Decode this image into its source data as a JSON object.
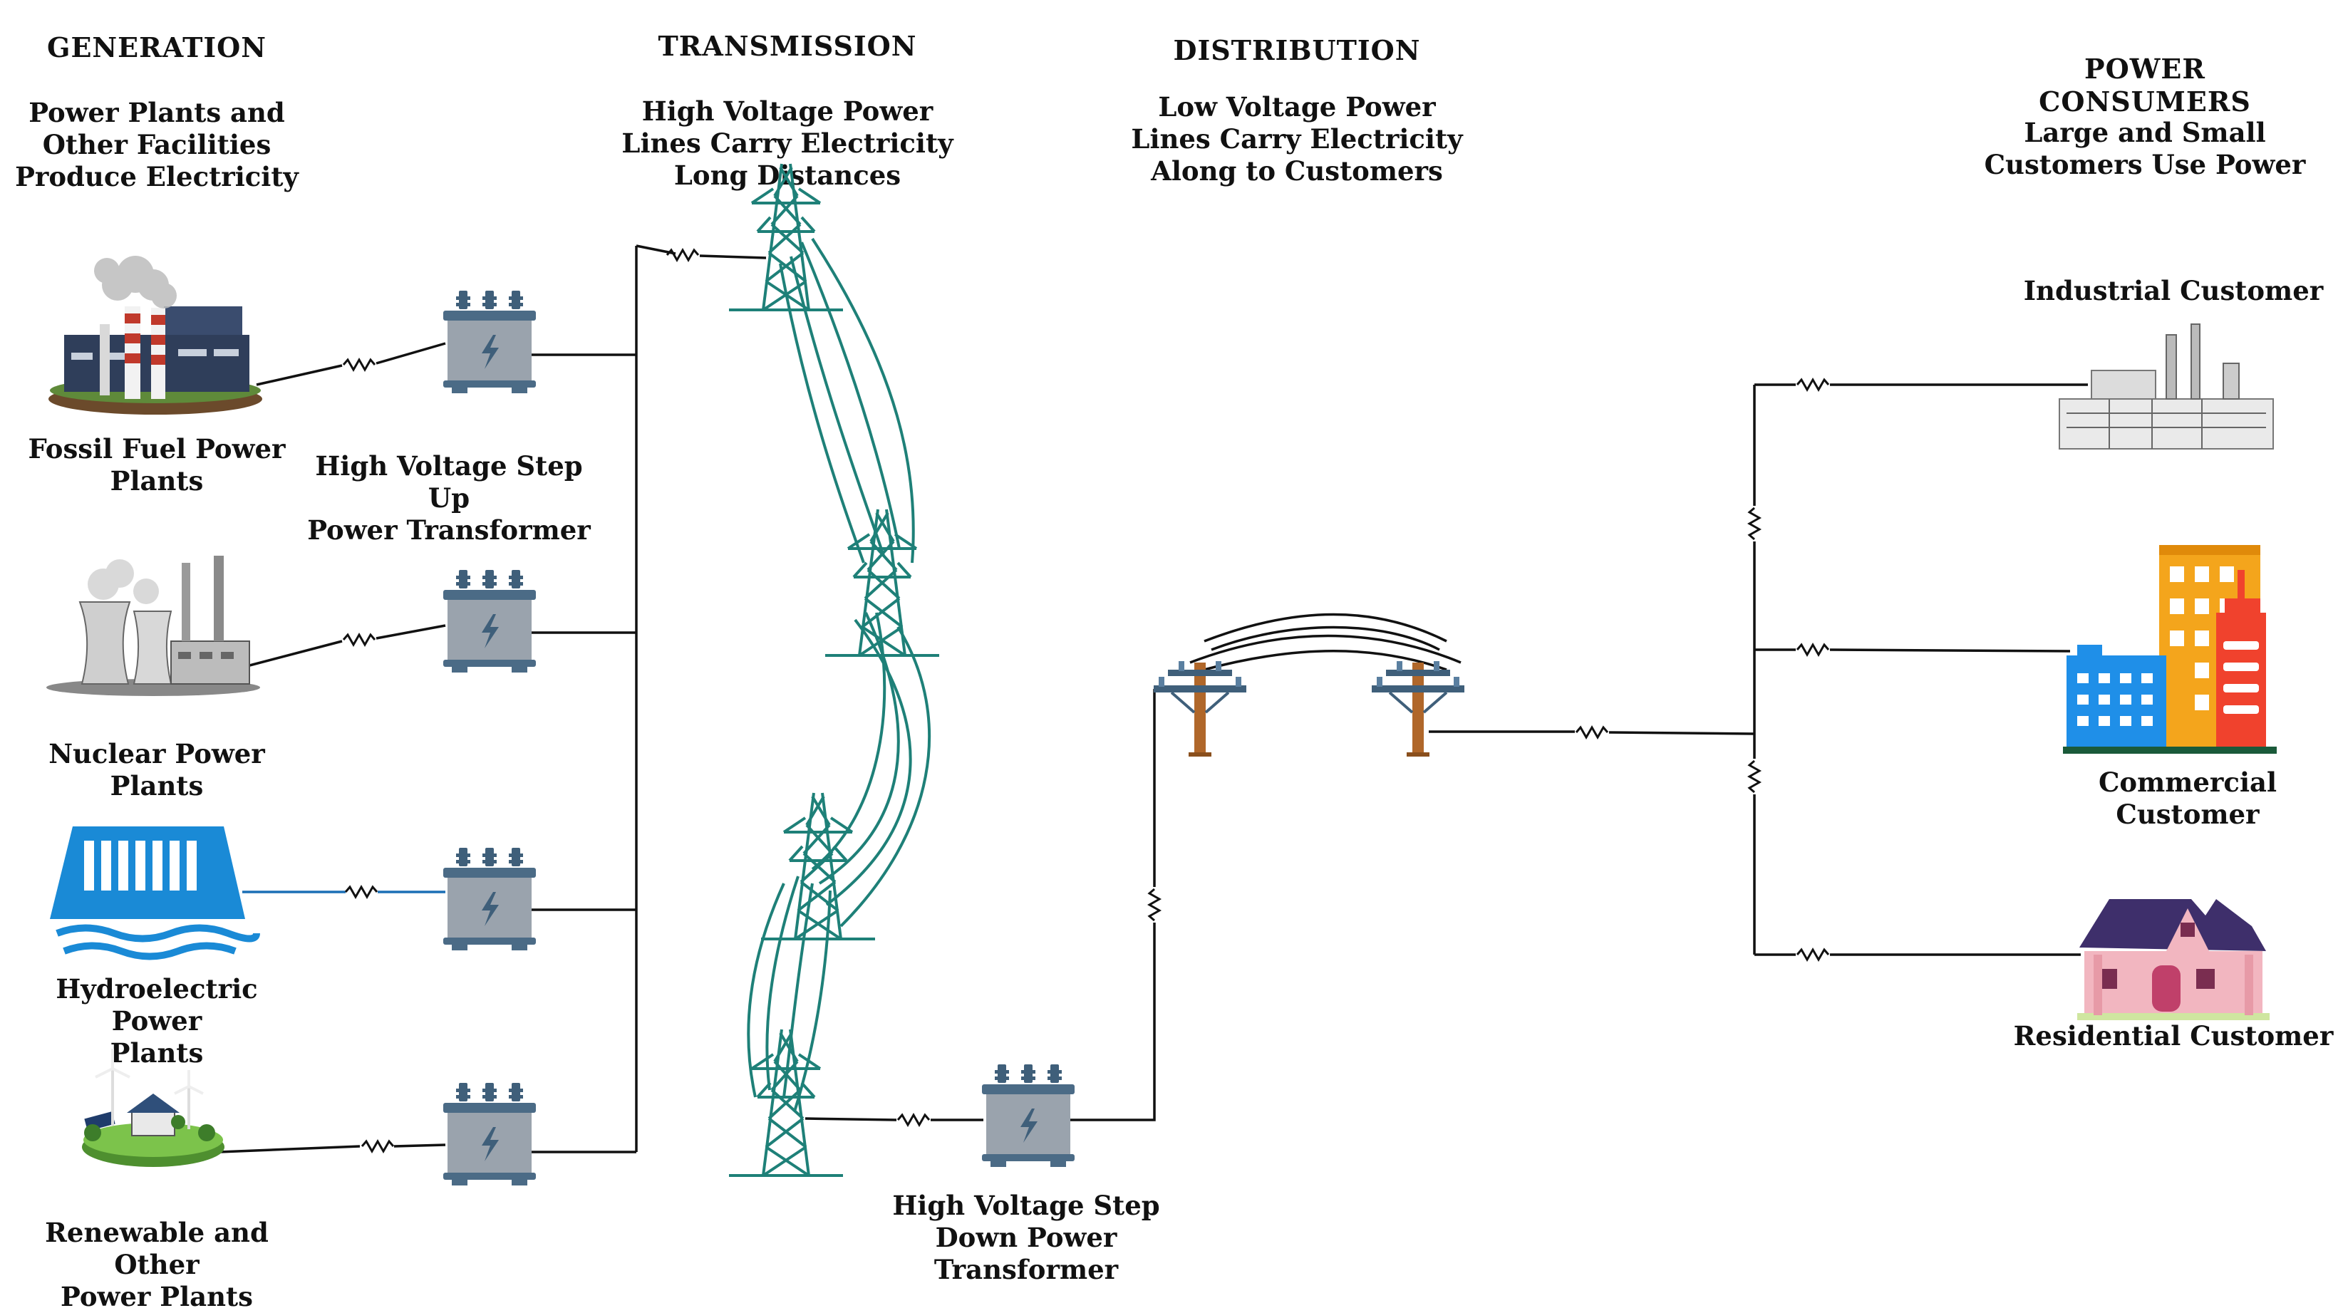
{
  "sections": {
    "generation": {
      "title": "GENERATION",
      "subtitle_lines": [
        "Power Plants and",
        "Other Facilities",
        "Produce Electricity"
      ]
    },
    "transmission": {
      "title": "TRANSMISSION",
      "subtitle_lines": [
        "High Voltage Power",
        "Lines Carry Electricity",
        "Long Distances"
      ]
    },
    "distribution": {
      "title": "DISTRIBUTION",
      "subtitle_lines": [
        "Low Voltage Power",
        "Lines Carry Electricity",
        "Along to Customers"
      ]
    },
    "consumers": {
      "title": "POWER CONSUMERS",
      "subtitle_lines": [
        "Large and Small",
        "Customers Use Power"
      ]
    }
  },
  "plants": [
    {
      "label_lines": [
        "Fossil Fuel Power",
        "Plants"
      ],
      "icon": "fossil-fuel-plant-icon"
    },
    {
      "label_lines": [
        "Nuclear Power Plants"
      ],
      "icon": "nuclear-plant-icon"
    },
    {
      "label_lines": [
        "Hydroelectric Power",
        "Plants"
      ],
      "icon": "hydroelectric-dam-icon"
    },
    {
      "label_lines": [
        "Renewable and Other",
        "Power Plants"
      ],
      "icon": "renewable-energy-icon"
    }
  ],
  "step_up_transformer": {
    "label_lines": [
      "High Voltage Step Up",
      "Power Transformer"
    ],
    "icon": "transformer-icon"
  },
  "step_down_transformer": {
    "label_lines": [
      "High Voltage Step",
      "Down Power",
      "Transformer"
    ],
    "icon": "transformer-icon"
  },
  "customers": [
    {
      "label": "Industrial Customer",
      "icon": "industrial-factory-icon"
    },
    {
      "label": "Commercial Customer",
      "icon": "commercial-buildings-icon"
    },
    {
      "label": "Residential Customer",
      "icon": "residential-house-icon"
    }
  ],
  "icons": {
    "transmission_tower": "transmission-tower-icon",
    "utility_pole": "utility-pole-icon",
    "resistor": "resistor-zigzag-icon"
  },
  "colors": {
    "wire": "#111111",
    "hydro_wire": "#1b6fb5",
    "transmission_line": "#1e8078",
    "transformer_body": "#9aa3ad",
    "transformer_accent": "#3f5f7a",
    "pole": "#b0672a"
  }
}
